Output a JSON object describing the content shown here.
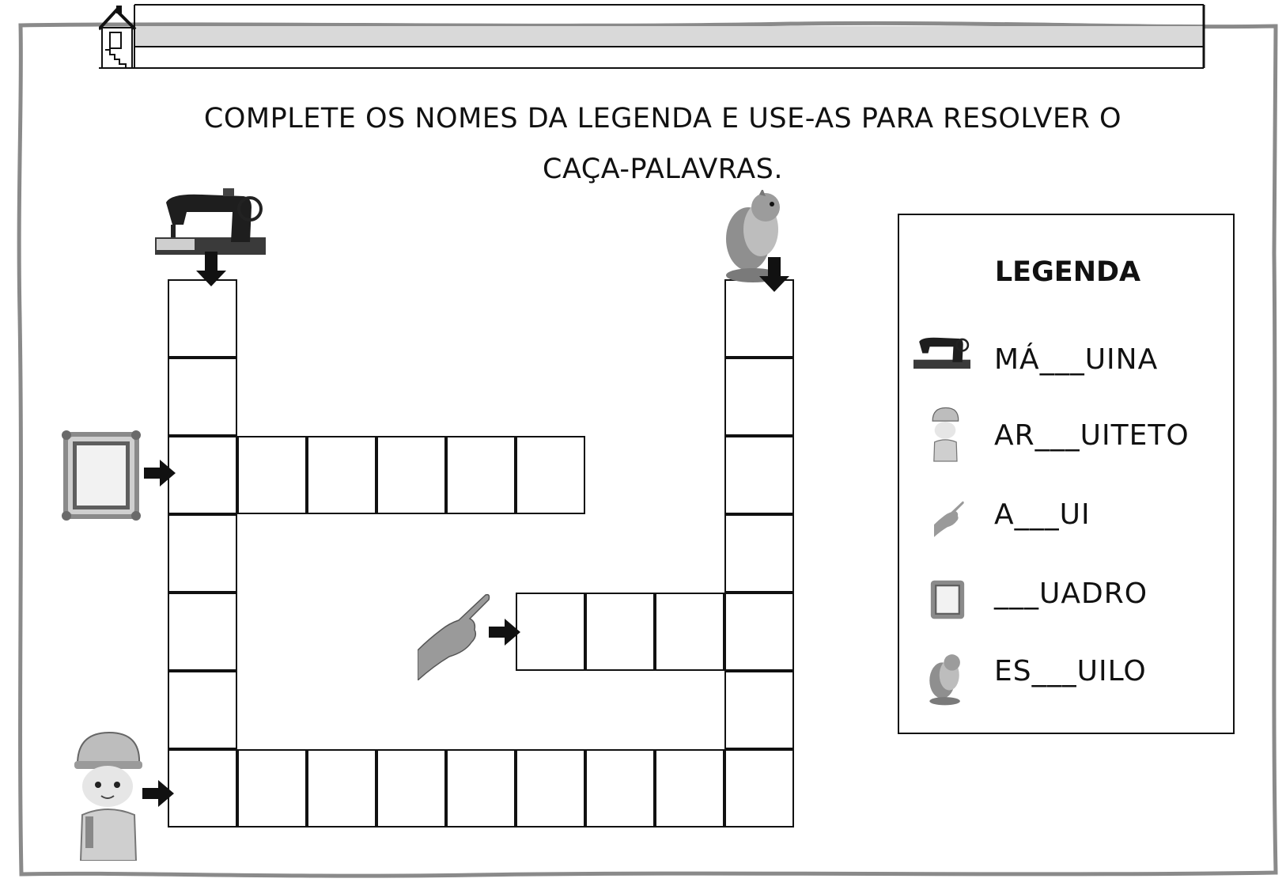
{
  "instruction": {
    "line1": "COMPLETE OS NOMES DA LEGENDA E USE-AS PARA RESOLVER O",
    "line2": "CAÇA-PALAVRAS."
  },
  "clues": [
    {
      "icon": "sewing-machine-icon",
      "direction": "down"
    },
    {
      "icon": "squirrel-icon",
      "direction": "down"
    },
    {
      "icon": "picture-frame-icon",
      "direction": "right"
    },
    {
      "icon": "pointing-hand-icon",
      "direction": "right"
    },
    {
      "icon": "architect-icon",
      "direction": "right"
    }
  ],
  "legend": {
    "title": "LEGENDA",
    "items": [
      {
        "icon": "sewing-machine-icon",
        "word": "MÁ___UINA"
      },
      {
        "icon": "architect-icon",
        "word": "AR___UITETO"
      },
      {
        "icon": "pointing-hand-icon",
        "word": "A___UI"
      },
      {
        "icon": "picture-frame-icon",
        "word": "___UADRO"
      },
      {
        "icon": "squirrel-icon",
        "word": "ES___UILO"
      }
    ]
  },
  "colors": {
    "ink": "#111111",
    "header_band": "#d9d9d9",
    "paper": "#ffffff"
  }
}
